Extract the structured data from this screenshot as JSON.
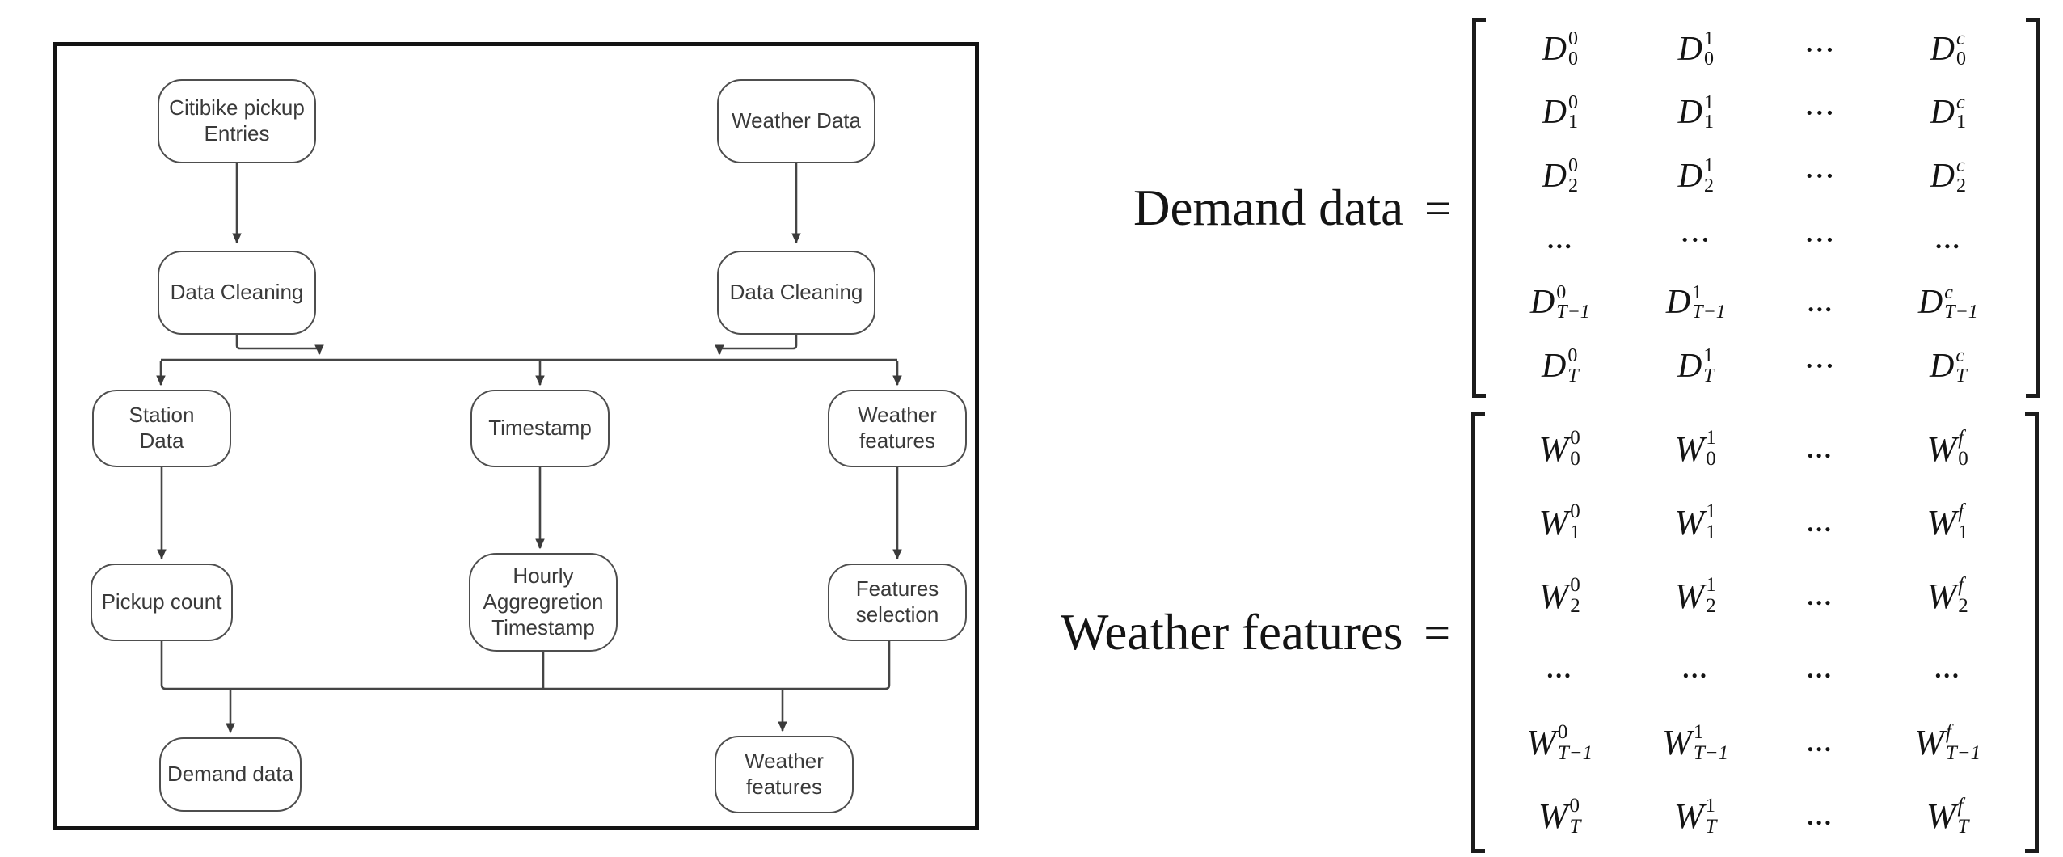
{
  "colors": {
    "background": "#ffffff",
    "box_border": "#131313",
    "node_border": "#4e4e4e",
    "connector": "#454545",
    "node_text": "#3a3a3a",
    "math_text": "#141414"
  },
  "flowchart": {
    "nodes": [
      {
        "id": "citibike-pickup-entries",
        "label": "Citibike pickup\nEntries"
      },
      {
        "id": "weather-data",
        "label": "Weather Data"
      },
      {
        "id": "data-cleaning-left",
        "label": "Data Cleaning"
      },
      {
        "id": "data-cleaning-right",
        "label": "Data Cleaning"
      },
      {
        "id": "station-data",
        "label": "Station\nData"
      },
      {
        "id": "timestamp",
        "label": "Timestamp"
      },
      {
        "id": "weather-features-mid",
        "label": "Weather\nfeatures"
      },
      {
        "id": "pickup-count",
        "label": "Pickup count"
      },
      {
        "id": "hourly-aggregation-timestamp",
        "label": "Hourly\nAggregretion\nTimestamp"
      },
      {
        "id": "features-selection",
        "label": "Features\nselection"
      },
      {
        "id": "demand-data",
        "label": "Demand data"
      },
      {
        "id": "weather-features-bottom",
        "label": "Weather\nfeatures"
      }
    ]
  },
  "equations": [
    {
      "label": "Demand data",
      "eq": "=",
      "base": "D",
      "rows": [
        [
          {
            "b": "D",
            "sup": "0",
            "sub": "0"
          },
          {
            "b": "D",
            "sup": "1",
            "sub": "0"
          },
          {
            "d": "···"
          },
          {
            "b": "D",
            "sup": "c",
            "sub": "0"
          }
        ],
        [
          {
            "b": "D",
            "sup": "0",
            "sub": "1"
          },
          {
            "b": "D",
            "sup": "1",
            "sub": "1"
          },
          {
            "d": "···"
          },
          {
            "b": "D",
            "sup": "c",
            "sub": "1"
          }
        ],
        [
          {
            "b": "D",
            "sup": "0",
            "sub": "2"
          },
          {
            "b": "D",
            "sup": "1",
            "sub": "2"
          },
          {
            "d": "···"
          },
          {
            "b": "D",
            "sup": "c",
            "sub": "2"
          }
        ],
        [
          {
            "d": "…"
          },
          {
            "d": "···"
          },
          {
            "d": "···"
          },
          {
            "d": "…"
          }
        ],
        [
          {
            "b": "D",
            "sup": "0",
            "sub": "T−1"
          },
          {
            "b": "D",
            "sup": "1",
            "sub": "T−1"
          },
          {
            "d": "…"
          },
          {
            "b": "D",
            "sup": "c",
            "sub": "T−1"
          }
        ],
        [
          {
            "b": "D",
            "sup": "0",
            "sub": "T"
          },
          {
            "b": "D",
            "sup": "1",
            "sub": "T"
          },
          {
            "d": "···"
          },
          {
            "b": "D",
            "sup": "c",
            "sub": "T"
          }
        ]
      ]
    },
    {
      "label": "Weather features",
      "eq": "=",
      "base": "W",
      "rows": [
        [
          {
            "b": "W",
            "sup": "0",
            "sub": "0"
          },
          {
            "b": "W",
            "sup": "1",
            "sub": "0"
          },
          {
            "d": "…"
          },
          {
            "b": "W",
            "sup": "f",
            "sub": "0"
          }
        ],
        [
          {
            "b": "W",
            "sup": "0",
            "sub": "1"
          },
          {
            "b": "W",
            "sup": "1",
            "sub": "1"
          },
          {
            "d": "…"
          },
          {
            "b": "W",
            "sup": "f",
            "sub": "1"
          }
        ],
        [
          {
            "b": "W",
            "sup": "0",
            "sub": "2"
          },
          {
            "b": "W",
            "sup": "1",
            "sub": "2"
          },
          {
            "d": "…"
          },
          {
            "b": "W",
            "sup": "f",
            "sub": "2"
          }
        ],
        [
          {
            "d": "…"
          },
          {
            "d": "…"
          },
          {
            "d": "…"
          },
          {
            "d": "…"
          }
        ],
        [
          {
            "b": "W",
            "sup": "0",
            "sub": "T−1"
          },
          {
            "b": "W",
            "sup": "1",
            "sub": "T−1"
          },
          {
            "d": "…"
          },
          {
            "b": "W",
            "sup": "f",
            "sub": "T−1"
          }
        ],
        [
          {
            "b": "W",
            "sup": "0",
            "sub": "T"
          },
          {
            "b": "W",
            "sup": "1",
            "sub": "T"
          },
          {
            "d": "…"
          },
          {
            "b": "W",
            "sup": "f",
            "sub": "T"
          }
        ]
      ]
    }
  ]
}
